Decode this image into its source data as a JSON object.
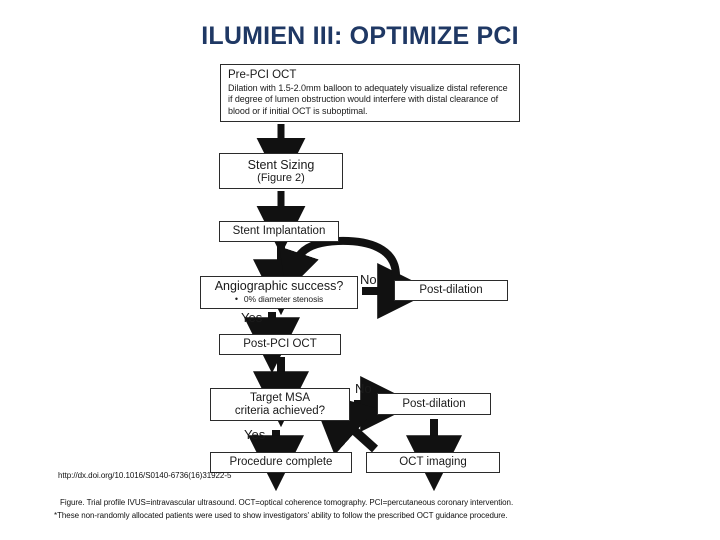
{
  "slide": {
    "title": "ILUMIEN III: OPTIMIZE PCI",
    "title_color": "#1F3864"
  },
  "flowchart": {
    "nodes": {
      "pre_pci_oct": {
        "title": "Pre-PCI OCT",
        "body": "Dilation with 1.5-2.0mm balloon to adequately visualize distal reference if degree of lumen obstruction would interfere with distal clearance of blood or if initial OCT is suboptimal."
      },
      "stent_sizing": {
        "line1": "Stent Sizing",
        "line2": "(Figure 2)"
      },
      "stent_implantation": {
        "label": "Stent Implantation"
      },
      "angiographic_success": {
        "question": "Angiographic success?",
        "bullet_marker": "•",
        "bullet": "0% diameter stenosis"
      },
      "post_dilation_1": {
        "label": "Post-dilation"
      },
      "post_pci_oct": {
        "label": "Post-PCI OCT"
      },
      "target_msa": {
        "line1": "Target MSA",
        "line2": "criteria achieved?"
      },
      "post_dilation_2": {
        "label": "Post-dilation"
      },
      "procedure_complete": {
        "label": "Procedure complete"
      },
      "oct_imaging": {
        "label": "OCT imaging"
      }
    },
    "edge_labels": {
      "no_1": "No",
      "yes_1": "Yes",
      "no_2": "No",
      "yes_2": "Yes"
    }
  },
  "footer": {
    "doi": "http://dx.doi.org/10.1016/S0140-6736(16)31922-5",
    "caption_line_1": "Figure. Trial profile IVUS=intravascular ultrasound. OCT=optical coherence tomography. PCI=percutaneous coronary intervention.",
    "caption_line_2": "*These non-randomly allocated patients were used to show investigators' ability to follow the prescribed OCT guidance procedure."
  }
}
